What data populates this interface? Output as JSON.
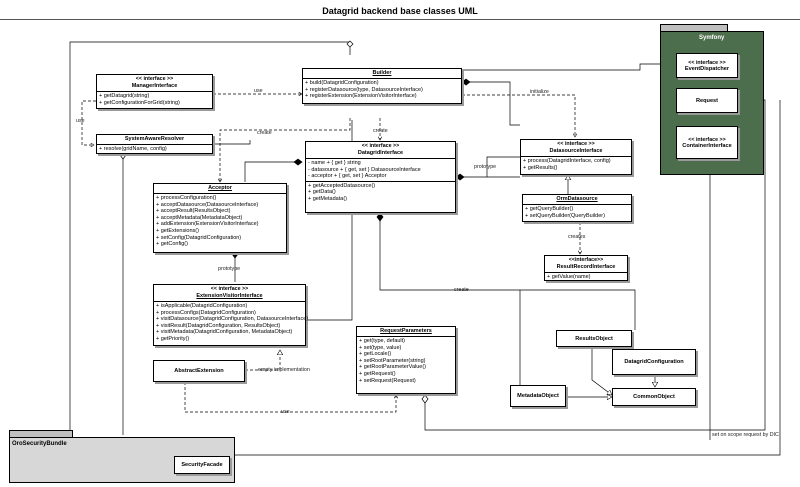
{
  "title": "Datagrid backend base classes UML",
  "packages": {
    "symfony": {
      "label": "Symfony",
      "fill": "#4c6e4c"
    },
    "oro_security": {
      "label": "OroSecurityBundle"
    }
  },
  "classes": {
    "manager_interface": {
      "stereotype": "<< interface >>",
      "name": "ManagerInterface",
      "methods": [
        "+ getDatagrid(string)",
        "+ getConfigurationForGrid(string)"
      ]
    },
    "system_aware_resolver": {
      "name": "SystemAwareResolver",
      "methods": [
        "+ resolve(gridName, config)"
      ]
    },
    "builder": {
      "name": "Builder",
      "methods": [
        "+ build(DatagridConfiguration)",
        "+ registerDatasource(type, DatasourceInterface)",
        "+ registerExtension(ExtensionVisitorInterface)"
      ]
    },
    "datagrid_interface": {
      "stereotype": "<< interface >>",
      "name": "DatagridInterface",
      "fields": [
        "- name + { get } string",
        "- datasource + { get, set } DatasourceInterface",
        "- acceptor + { get, set } Acceptor"
      ],
      "methods": [
        "+ getAcceptedDatasource()",
        "+ getData()",
        "+ getMetadata()"
      ]
    },
    "acceptor": {
      "name": "Acceptor",
      "methods": [
        "+ processConfiguration()",
        "+ acceptDatasource(DatasourceInterface)",
        "+ acceptResult(ResultsObject)",
        "+ acceptMetadata(MetadataObject)",
        "+ addExtension(ExtensionVisitorInterface)",
        "+ getExtensions()",
        "+ setConfig(DatagridConfiguration)",
        "+ getConfig()"
      ]
    },
    "datasource_interface": {
      "stereotype": "<< interface >>",
      "name": "DatasourceInterface",
      "methods": [
        "+ process(DatagridInterface, config)",
        "+ getResults()"
      ]
    },
    "orm_datasource": {
      "name": "OrmDatasource",
      "methods": [
        "+ getQueryBuilder()",
        "+ setQueryBuilder(QueryBuilder)"
      ]
    },
    "result_record_interface": {
      "stereotype": "<<interface>>",
      "name": "ResultRecordInterface",
      "methods": [
        "+ getValue(name)"
      ]
    },
    "extension_visitor_interface": {
      "stereotype": "<< interface >>",
      "name": "ExtensionVisitorInterface",
      "methods": [
        "+ isApplicable(DatagridConfiguration)",
        "+ processConfigs(DatagridConfiguration)",
        "+ visitDatasource(DatagridConfiguration, DatasourceInterface)",
        "+ visitResult(DatagridConfiguration, ResultsObject)",
        "+ visitMetadata(DatagridConfiguration, MetadataObject)",
        "+ getPriority()"
      ]
    },
    "request_parameters": {
      "name": "RequestParameters",
      "methods": [
        "+ get(type, default)",
        "+ set(type, value)",
        "+ getLocale()",
        "+ setRootParameter(string)",
        "+ getRootParameterValue()",
        "+ getRequest()",
        "+ setRequest(Request)"
      ]
    },
    "abstract_extension": {
      "name": "AbstractExtension"
    },
    "results_object": {
      "name": "ResultsObject"
    },
    "datagrid_configuration": {
      "name": "DatagridConfiguration"
    },
    "metadata_object": {
      "name": "MetadataObject"
    },
    "common_object": {
      "name": "CommonObject"
    },
    "event_dispatcher": {
      "stereotype": "<< interface >>",
      "name": "EventDispatcher"
    },
    "request": {
      "name": "Request"
    },
    "container_interface": {
      "stereotype": "<< interface >>",
      "name": "ContainerInterface"
    },
    "security_facade": {
      "name": "SecurityFacade"
    }
  },
  "labels": {
    "use_manager_builder": "use",
    "use_left": "use",
    "initialize": "initialize",
    "create_acceptor": "create",
    "create_datagrid": "create",
    "prototype_datasource": "prototype",
    "prototype_extension": "prototype",
    "creates_result": "creates",
    "create_results": "create",
    "empty_implementation": "empty implementation",
    "use_bottom": "use",
    "dic_note": "set on scope request by DIC"
  }
}
